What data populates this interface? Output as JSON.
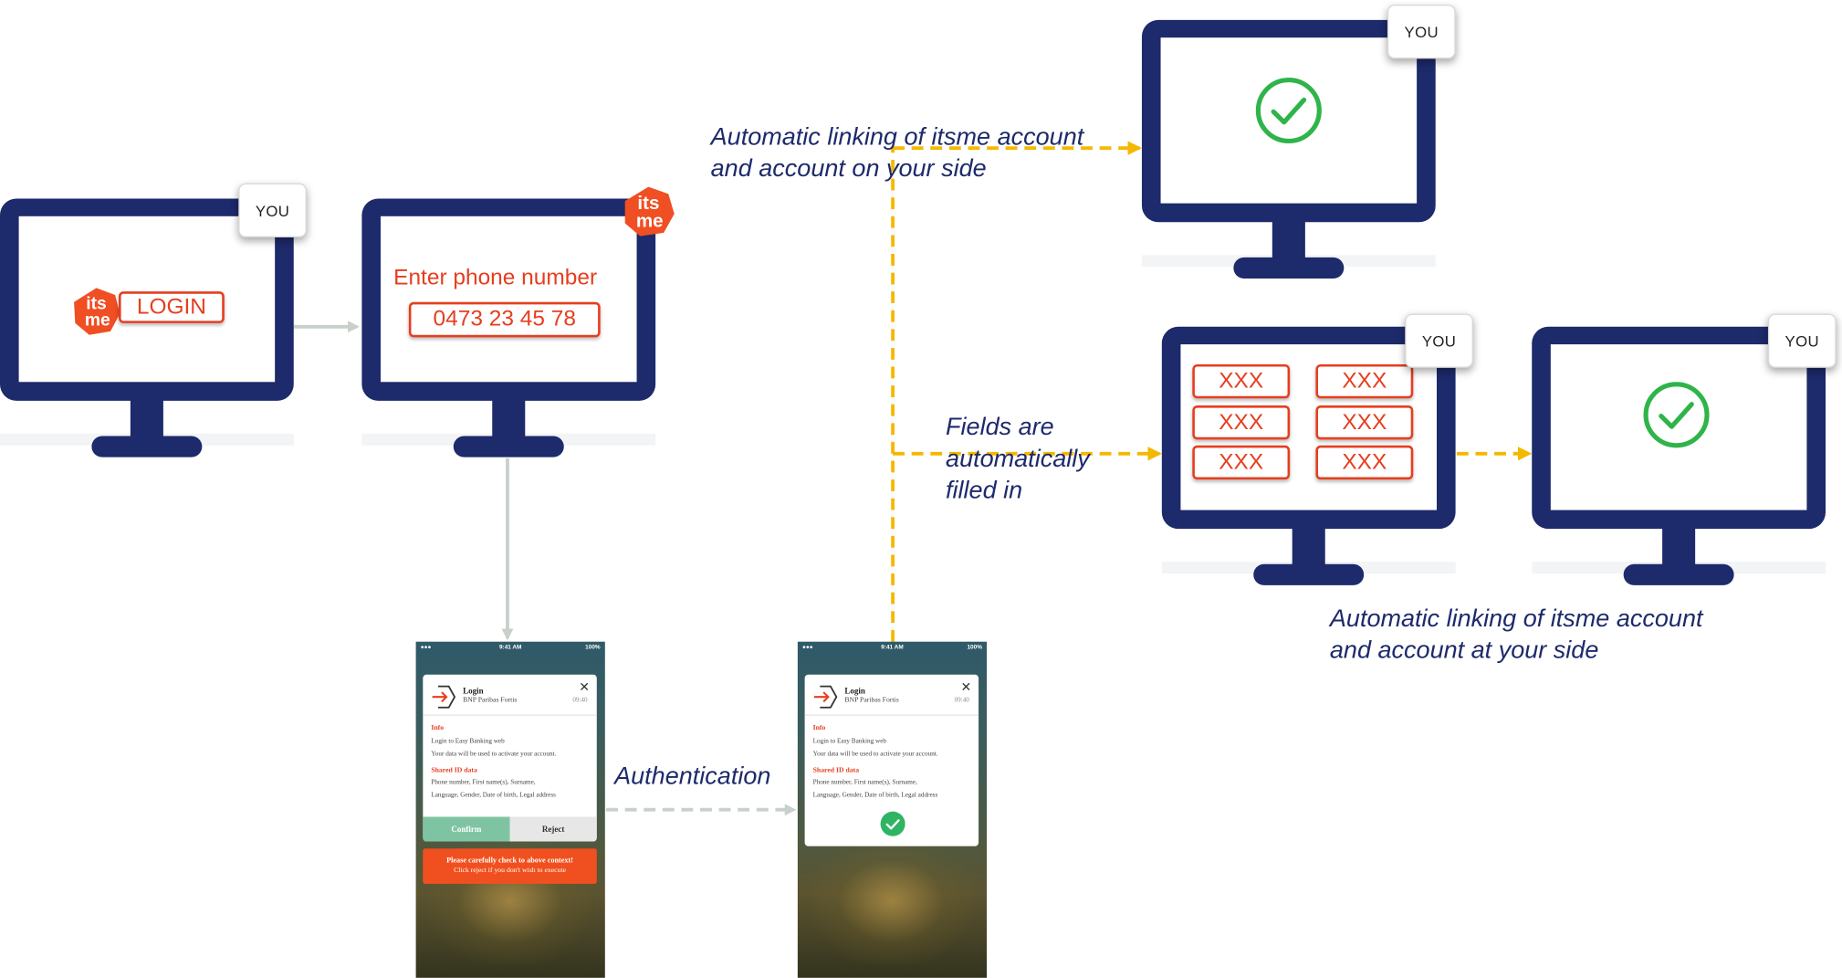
{
  "you_label": "YOU",
  "logo_text": {
    "line1": "its",
    "line2": "me"
  },
  "login_button": "LOGIN",
  "phone_prompt": "Enter phone number",
  "phone_number": "0473 23 45 78",
  "captions": {
    "linking_top": [
      "Automatic linking of itsme account",
      "and account on your side"
    ],
    "fields_filled": [
      "Fields are",
      "automatically",
      "filled in"
    ],
    "authentication": "Authentication",
    "linking_bottom": [
      "Automatic linking of itsme account",
      "and account at your side"
    ]
  },
  "xxx_fields": [
    "XXX",
    "XXX",
    "XXX",
    "XXX",
    "XXX",
    "XXX"
  ],
  "phone_app": {
    "status_time": "9:41 AM",
    "status_battery": "100%",
    "title": "Login",
    "bank": "BNP Paribas Fortis",
    "time": "09:40",
    "info_heading": "Info",
    "info_line1": "Login to Easy Banking web",
    "info_line2": "Your data will be used to activate your account.",
    "shared_heading": "Shared ID data",
    "shared_line1": "Phone number, First name(s), Surname,",
    "shared_line2": "Language, Gender, Date of birth, Legal address",
    "confirm_button": "Confirm",
    "reject_button": "Reject",
    "warning_line1": "Please carefully check to above context!",
    "warning_line2": "Click reject if you don't wish to execute"
  },
  "colors": {
    "monitor": "#1d2a6b",
    "brand_red": "#e63e1e",
    "success_green": "#2fb44a",
    "flow_grey": "#c7d0c9",
    "flow_yellow": "#f5b800",
    "caption_navy": "#1d2a6b"
  },
  "icons": [
    "itsme-logo",
    "check-circle-icon",
    "login-arrow-icon",
    "close-icon",
    "check-badge-icon"
  ]
}
